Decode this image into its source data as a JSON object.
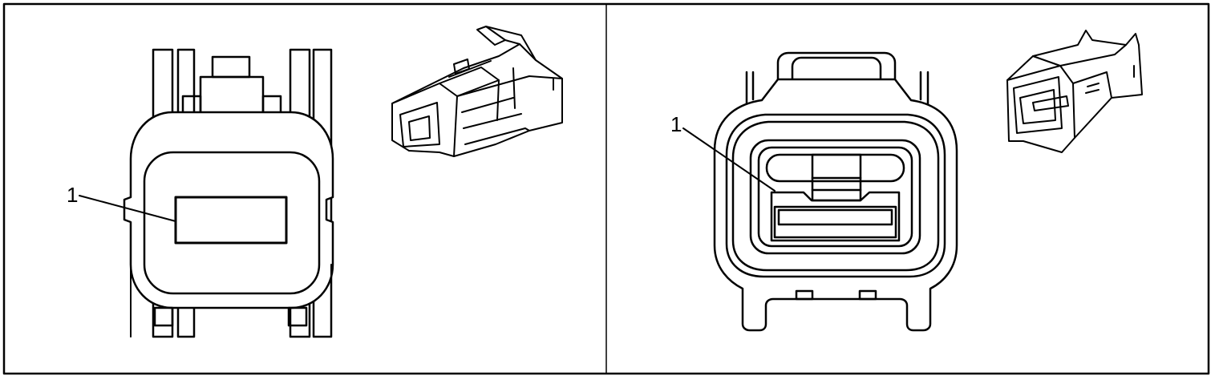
{
  "diagram": {
    "left_panel": {
      "callout": {
        "number": "1"
      }
    },
    "right_panel": {
      "callout": {
        "number": "1"
      }
    }
  },
  "colors": {
    "line": "#000000",
    "background": "#ffffff"
  },
  "icons": {
    "left_front_view": "connector-front-view-female",
    "left_iso_view": "connector-isometric-female",
    "right_front_view": "connector-front-view-male",
    "right_iso_view": "connector-isometric-male"
  }
}
